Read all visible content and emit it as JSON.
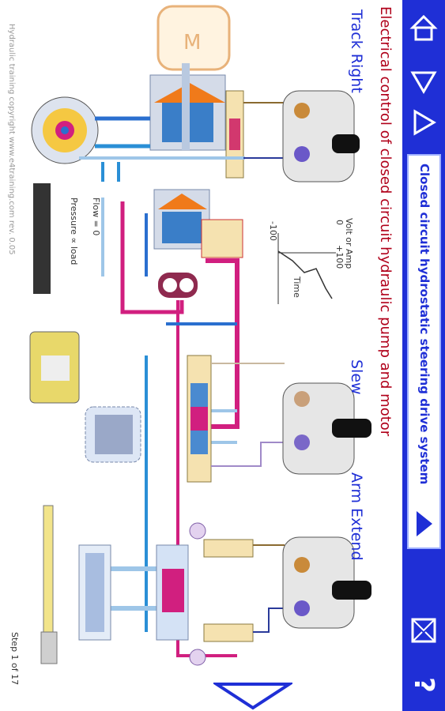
{
  "title": "Electrical control of closed circuit hydraulic pump and motor",
  "labels": {
    "track_right": "Track Right",
    "slew": "Slew",
    "arm_extend": "Arm Extend"
  },
  "graph": {
    "title": "Volt or Amp",
    "max": "+100",
    "min": "-100",
    "zero": "0",
    "xlabel": "Time"
  },
  "legend": {
    "flow": "Flow = 0",
    "pressure": "Pressure ∝ load"
  },
  "copyright": "Hydraulic training copyright www.e4training.com rev. 0.05",
  "step": "Step 1 of 17",
  "topic_selector": {
    "selected": "Closed circuit hydrostatic steering drive system"
  },
  "toolbar": {
    "home_icon": "home-icon",
    "prev_icon": "up-arrow-icon",
    "next_icon": "down-arrow-icon",
    "email_icon": "email-icon",
    "help_label": "?"
  },
  "colors": {
    "sidebar": "#1f2fd6",
    "title": "#b0001a",
    "pressure_line": "#d11f7f",
    "supply_line": "#2a8fd6",
    "return_line": "#9ec6e8"
  }
}
